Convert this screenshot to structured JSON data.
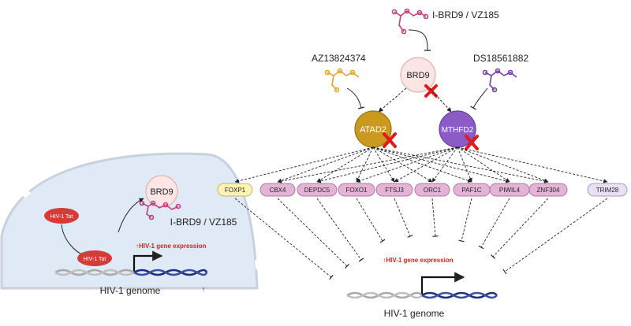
{
  "inhibitors": {
    "brd9_inhibitor": "I-BRD9 / VZ185",
    "atad2_inhibitor": "AZ13824374",
    "mthfd2_inhibitor": "DS18561882"
  },
  "nodes": {
    "brd9": "BRD9",
    "atad2": "ATAD2",
    "mthfd2": "MTHFD2"
  },
  "genes": [
    "FOXP1",
    "CBX4",
    "DEPDC5",
    "FOXO1",
    "FTSJ3",
    "ORC1",
    "PAF1C",
    "PIWIL4",
    "ZNF304",
    "TRIM28"
  ],
  "expression_label": "↑HIV-1 gene expression",
  "genome_label": "HIV-1 genome",
  "cell": {
    "brd9": "BRD9",
    "inhibitor": "I-BRD9 / VZ185",
    "tat_top": "HIV-1 Tat",
    "tat_bottom": "HIV-1 Tat",
    "expression_label": "↑HIV-1 gene expression",
    "genome_label": "HIV-1 genome",
    "arrow_mark": "↑"
  },
  "colors": {
    "atad2": "#c99a1e",
    "mthfd2": "#8b5cc6",
    "brd9": "#fbe5e5",
    "gene_pill": "#e6b3d8",
    "foxp1_pill": "#fdf2b8",
    "trim28_pill": "#e7e1f3",
    "tat": "#d83a3a",
    "cross": "#e01b1b",
    "inhibitor_magenta": "#c2407f",
    "inhibitor_gold": "#e0a72a",
    "inhibitor_purple": "#7a3fa0",
    "nucleus": "#dfeaf6",
    "dna_strand": "#1d2f7a"
  }
}
